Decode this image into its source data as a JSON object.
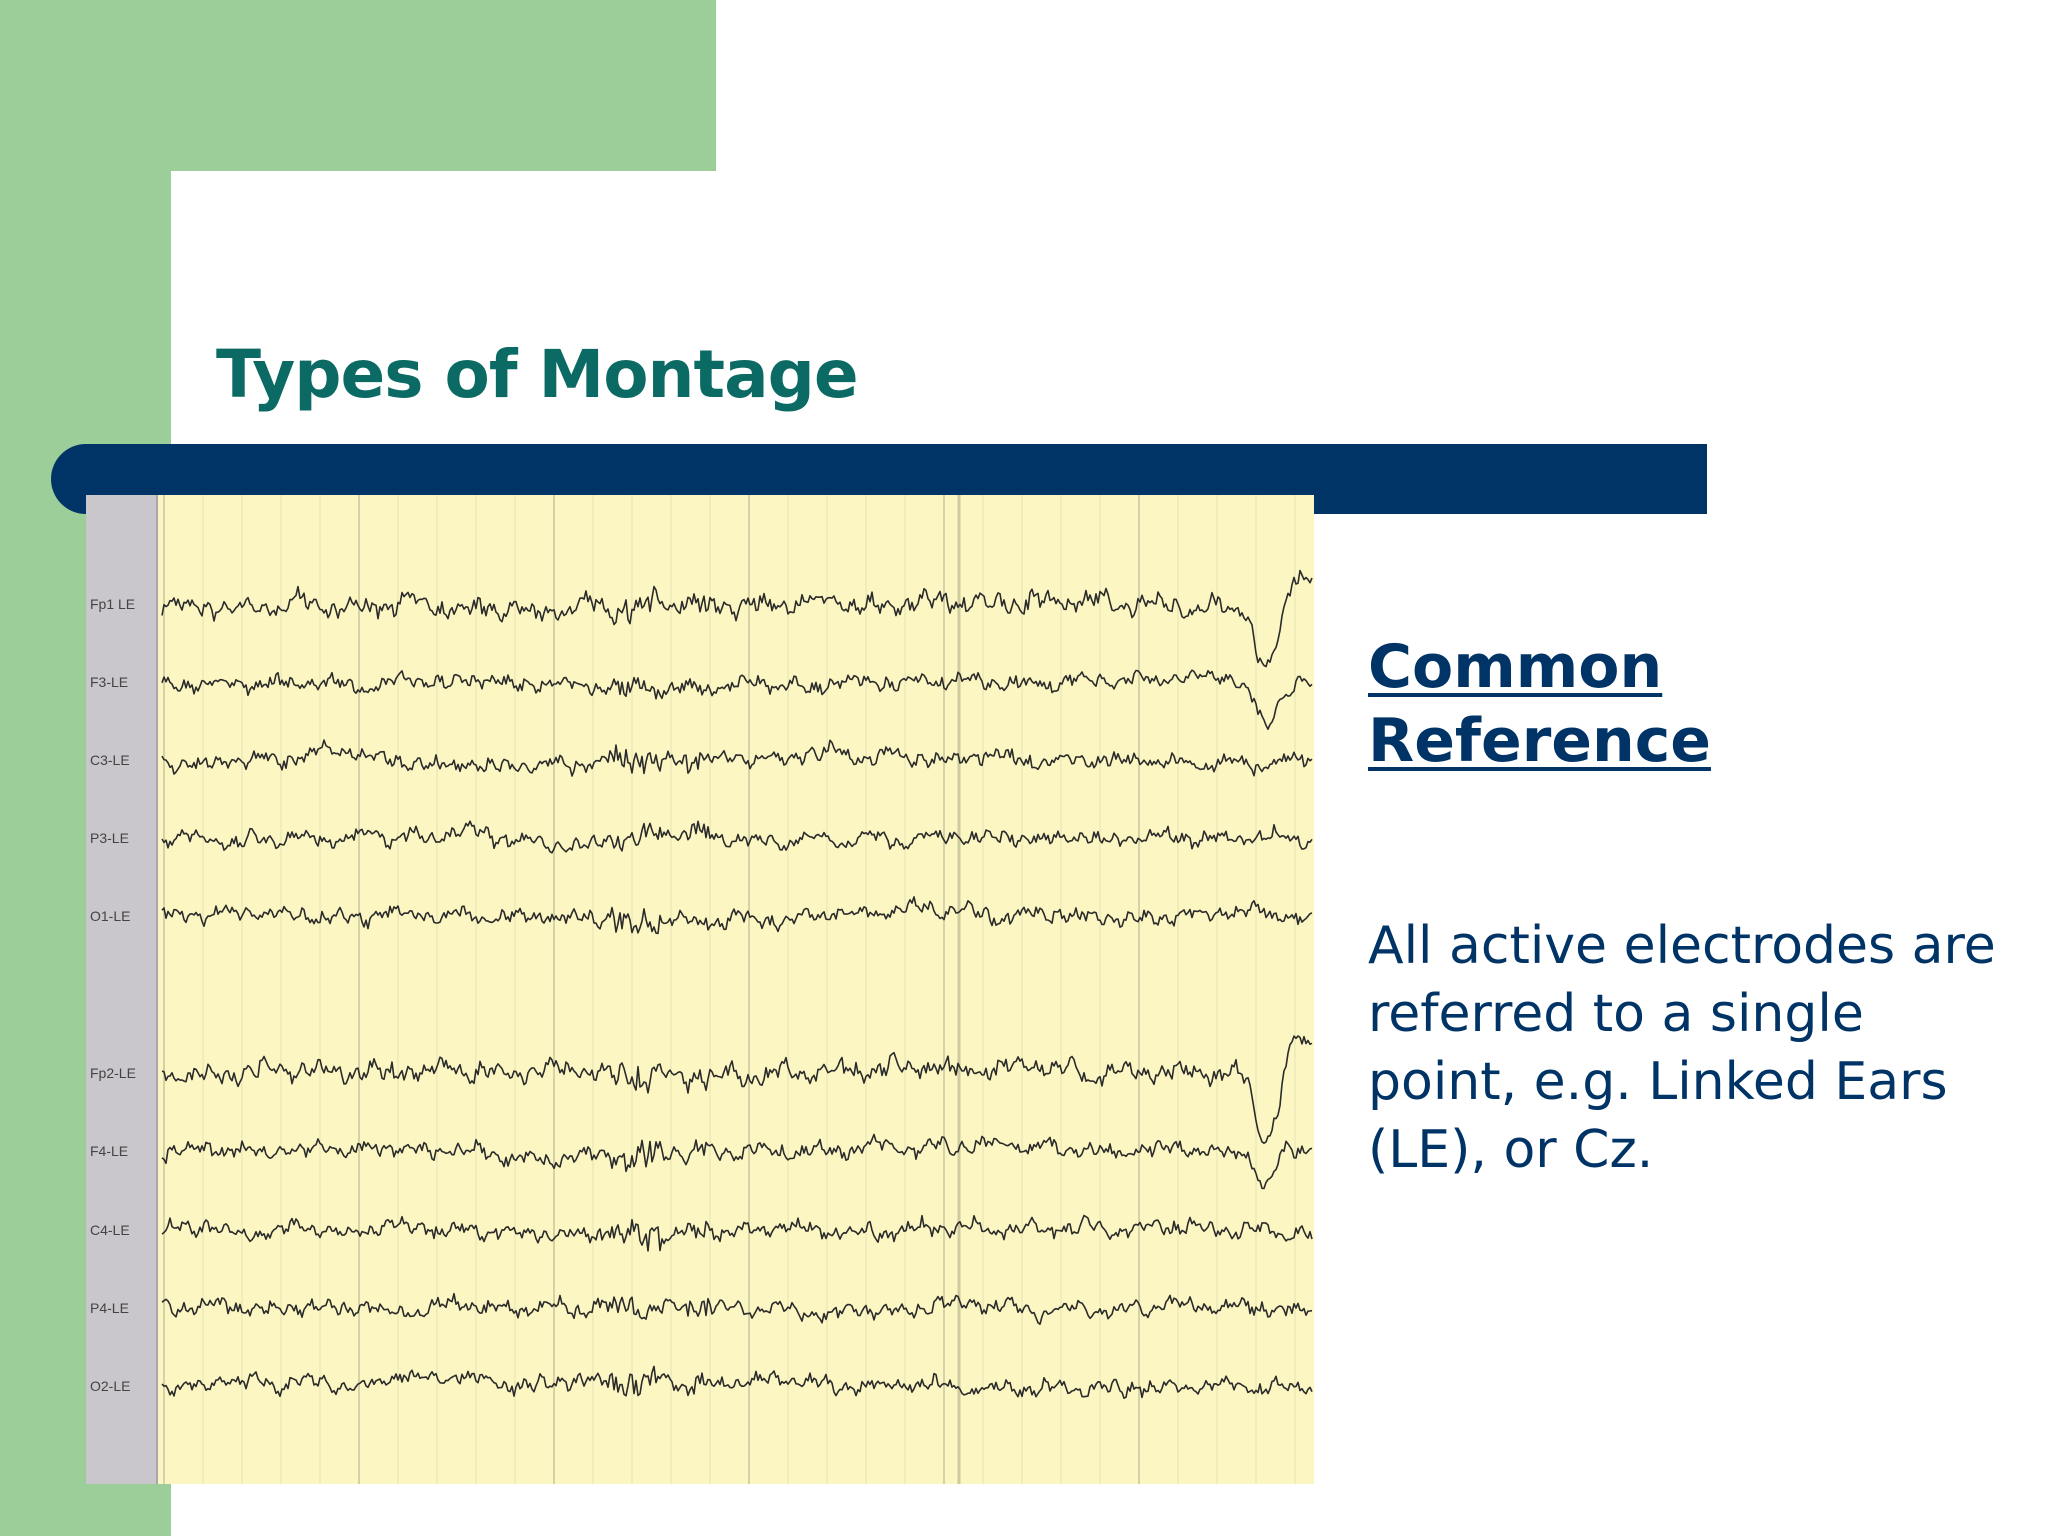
{
  "slide": {
    "title": "Types of Montage",
    "heading": "Common Reference",
    "body": "All active electrodes are referred to a single point, e.g. Linked Ears (LE), or Cz."
  },
  "eeg": {
    "channels": [
      {
        "label": "Fp1 LE"
      },
      {
        "label": "F3-LE"
      },
      {
        "label": "C3-LE"
      },
      {
        "label": "P3-LE"
      },
      {
        "label": "O1-LE"
      },
      {
        "label": "Fp2-LE"
      },
      {
        "label": "F4-LE"
      },
      {
        "label": "C4-LE"
      },
      {
        "label": "P4-LE"
      },
      {
        "label": "O2-LE"
      }
    ]
  },
  "colors": {
    "accent_green": "#9bce98",
    "title_teal": "#0b6b64",
    "navy": "#003366",
    "trace_background": "#fbf6c2",
    "label_column": "#c9c6cc"
  }
}
